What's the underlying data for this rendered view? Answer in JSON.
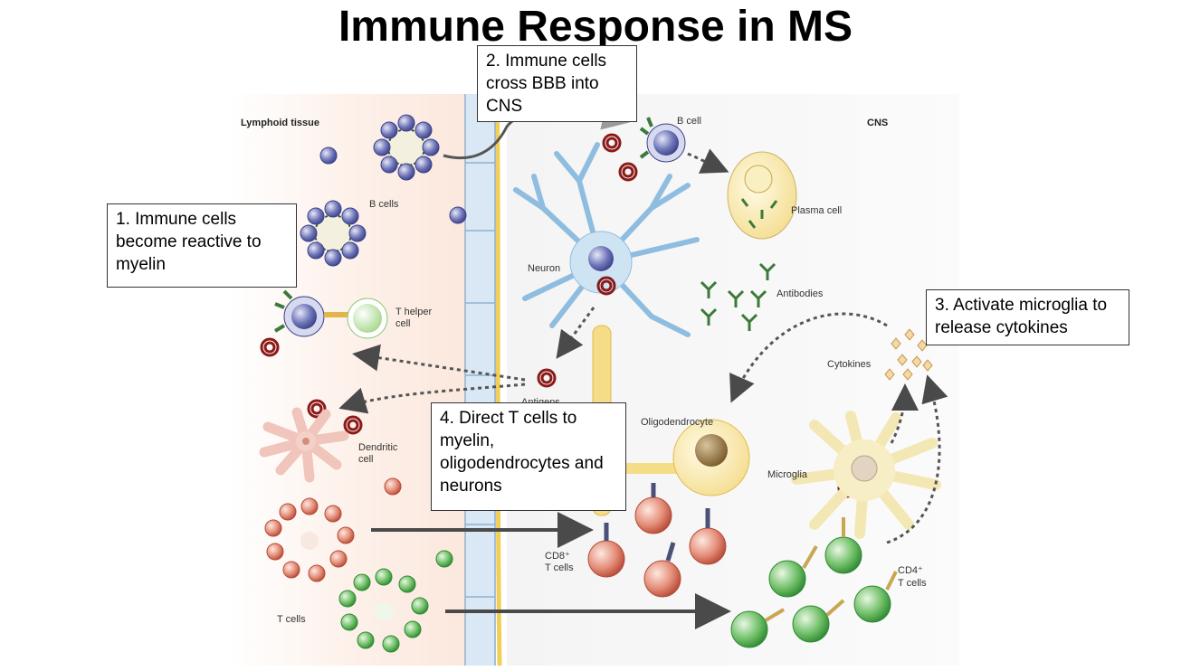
{
  "title": "Immune Response in MS",
  "callouts": {
    "step1": "1. Immune cells become reactive to myelin",
    "step2": "2. Immune cells cross BBB into CNS",
    "step3": "3. Activate microglia to release cytokines",
    "step4": "4. Direct T cells to myelin, oligodendrocytes and neurons"
  },
  "labels": {
    "lymphoid_tissue": "Lymphoid tissue",
    "cns": "CNS",
    "b_cells": "B cells",
    "b_cell": "B cell",
    "plasma_cell": "Plasma cell",
    "neuron": "Neuron",
    "antibodies": "Antibodies",
    "t_helper_1": "T helper",
    "t_helper_2": "cell",
    "antigens": "Antigens",
    "cytokines": "Cytokines",
    "oligodendrocyte": "Oligodendrocyte",
    "dendritic_1": "Dendritic",
    "dendritic_2": "cell",
    "microglia": "Microglia",
    "cd8_1": "CD8⁺",
    "cd8_2": "T cells",
    "cd4_1": "CD4⁺",
    "cd4_2": "T cells",
    "t_cells": "T cells"
  }
}
